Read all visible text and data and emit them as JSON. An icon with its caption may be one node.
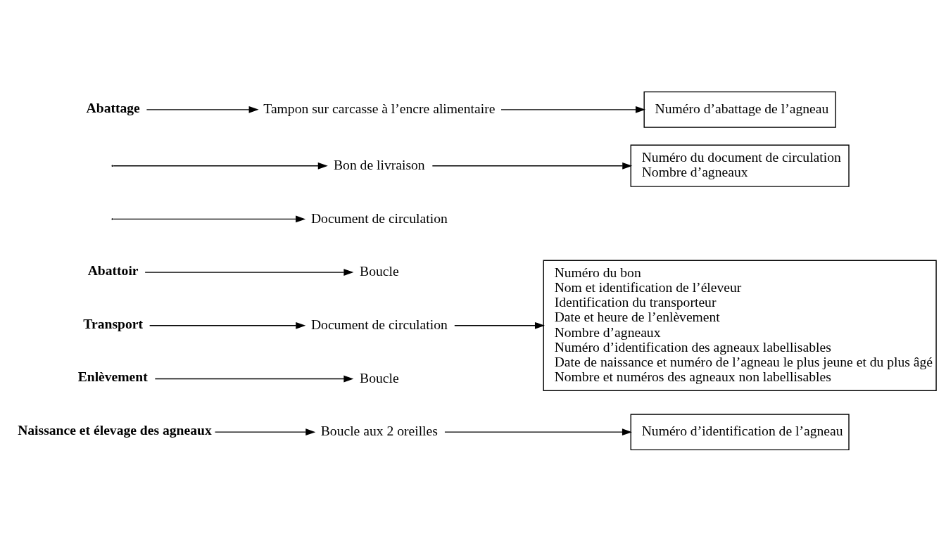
{
  "diagram": {
    "nodes": [
      {
        "text": [
          "Naissance et élevage des agneaux"
        ]
      },
      {
        "text": [
          "Boucle aux 2 oreilles"
        ]
      },
      {
        "text": [
          "Numéro d’identification de l’agneau"
        ]
      },
      {
        "text": [
          "Enlèvement"
        ]
      },
      {
        "text": [
          "Boucle"
        ]
      },
      {
        "text": [
          "Transport"
        ]
      },
      {
        "text": [
          "Document de circulation"
        ]
      },
      {
        "text": [
          "Numéro du bon",
          "Nom et identification de l’éleveur",
          "Identification du transporteur",
          "Date et heure de l’enlèvement",
          "Nombre d’agneaux",
          "Numéro d’identification des agneaux labellisables",
          "Date de naissance et numéro de l’agneau le plus jeune et du plus âgé",
          "Nombre et numéros des agneaux non labellisables"
        ]
      },
      {
        "text": [
          "Abattoir"
        ]
      },
      {
        "text": [
          "Boucle"
        ]
      },
      {
        "text": [
          "Document de circulation"
        ]
      },
      {
        "text": [
          "Bon de livraison"
        ]
      },
      {
        "text": [
          "Numéro du document de circulation",
          "Nombre d’agneaux"
        ]
      },
      {
        "text": [
          "Abattage"
        ]
      },
      {
        "text": [
          "Tampon sur carcasse à l’encre alimentaire"
        ]
      },
      {
        "text": [
          "Numéro d’abattage de l’agneau"
        ]
      }
    ],
    "edges": [
      {
        "from": 0,
        "to": 1,
        "arrow": "to"
      },
      {
        "from": 1,
        "to": 2,
        "arrow": "to"
      },
      {
        "from": 3,
        "to": 4,
        "arrow": "to"
      },
      {
        "from": 5,
        "to": 6,
        "arrow": "to"
      },
      {
        "from": 6,
        "to": 7,
        "arrow": "to"
      },
      {
        "from": 8,
        "to": 9,
        "arrow": "to"
      },
      {
        "from": null,
        "to": 10,
        "arrow": "to"
      },
      {
        "from": null,
        "to": 11,
        "arrow": "to"
      },
      {
        "from": 11,
        "to": 12,
        "arrow": "to"
      },
      {
        "from": 13,
        "to": 14,
        "arrow": "to"
      },
      {
        "from": 14,
        "to": 15,
        "arrow": "to"
      }
    ]
  }
}
